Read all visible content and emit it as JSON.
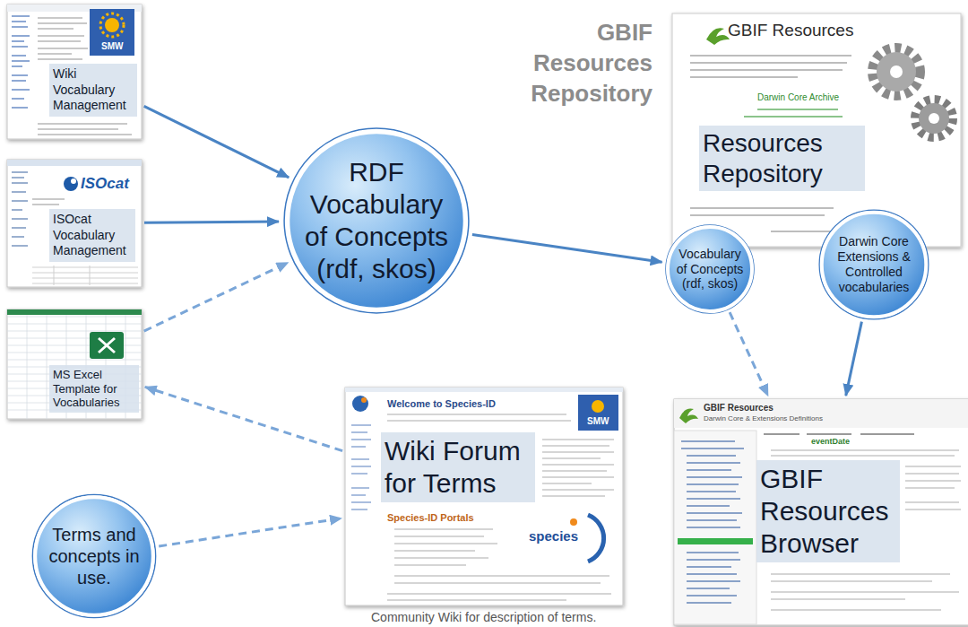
{
  "diagram": {
    "caption": "Community Wiki for description of terms.",
    "nodes": [
      {
        "text": [
          "Wiki Vocabulary Management"
        ]
      },
      {
        "text": [
          "ISOcat Vocabulary Management"
        ]
      },
      {
        "text": [
          "MS Excel Template for Vocabularies"
        ]
      },
      {
        "text": [
          "RDF Vocabulary of Concepts (rdf, skos)"
        ]
      },
      {
        "text": [
          "GBIF Resources Repository",
          "Resources Repository"
        ]
      },
      {
        "text": [
          "Vocabulary of Concepts (rdf, skos)"
        ]
      },
      {
        "text": [
          "Darwin Core Extensions & Controlled vocabularies"
        ]
      },
      {
        "text": [
          "Wiki Forum for Terms"
        ]
      },
      {
        "text": [
          "GBIF Resources Browser"
        ]
      },
      {
        "text": [
          "Terms and concepts in use."
        ]
      }
    ],
    "edges": [
      {
        "from": 0,
        "to": 3,
        "arrow": "to"
      },
      {
        "from": 1,
        "to": 3,
        "arrow": "to"
      },
      {
        "from": 2,
        "to": 3,
        "arrow": "to"
      },
      {
        "from": 3,
        "to": 5,
        "arrow": "to"
      },
      {
        "from": 5,
        "to": 8,
        "arrow": "to"
      },
      {
        "from": 6,
        "to": 8,
        "arrow": "to"
      },
      {
        "from": 9,
        "to": 7,
        "arrow": "to"
      },
      {
        "from": 7,
        "to": 2,
        "arrow": "to"
      }
    ],
    "labels": [
      "SMW",
      "ISOcat",
      "GBIF Resources",
      "Darwin Core Archive",
      "Welcome to Species-ID",
      "SMW",
      "Species-ID Portals",
      "species",
      "GBIF Resources",
      "Darwin Core & Extensions Definitions",
      "eventDate"
    ]
  }
}
